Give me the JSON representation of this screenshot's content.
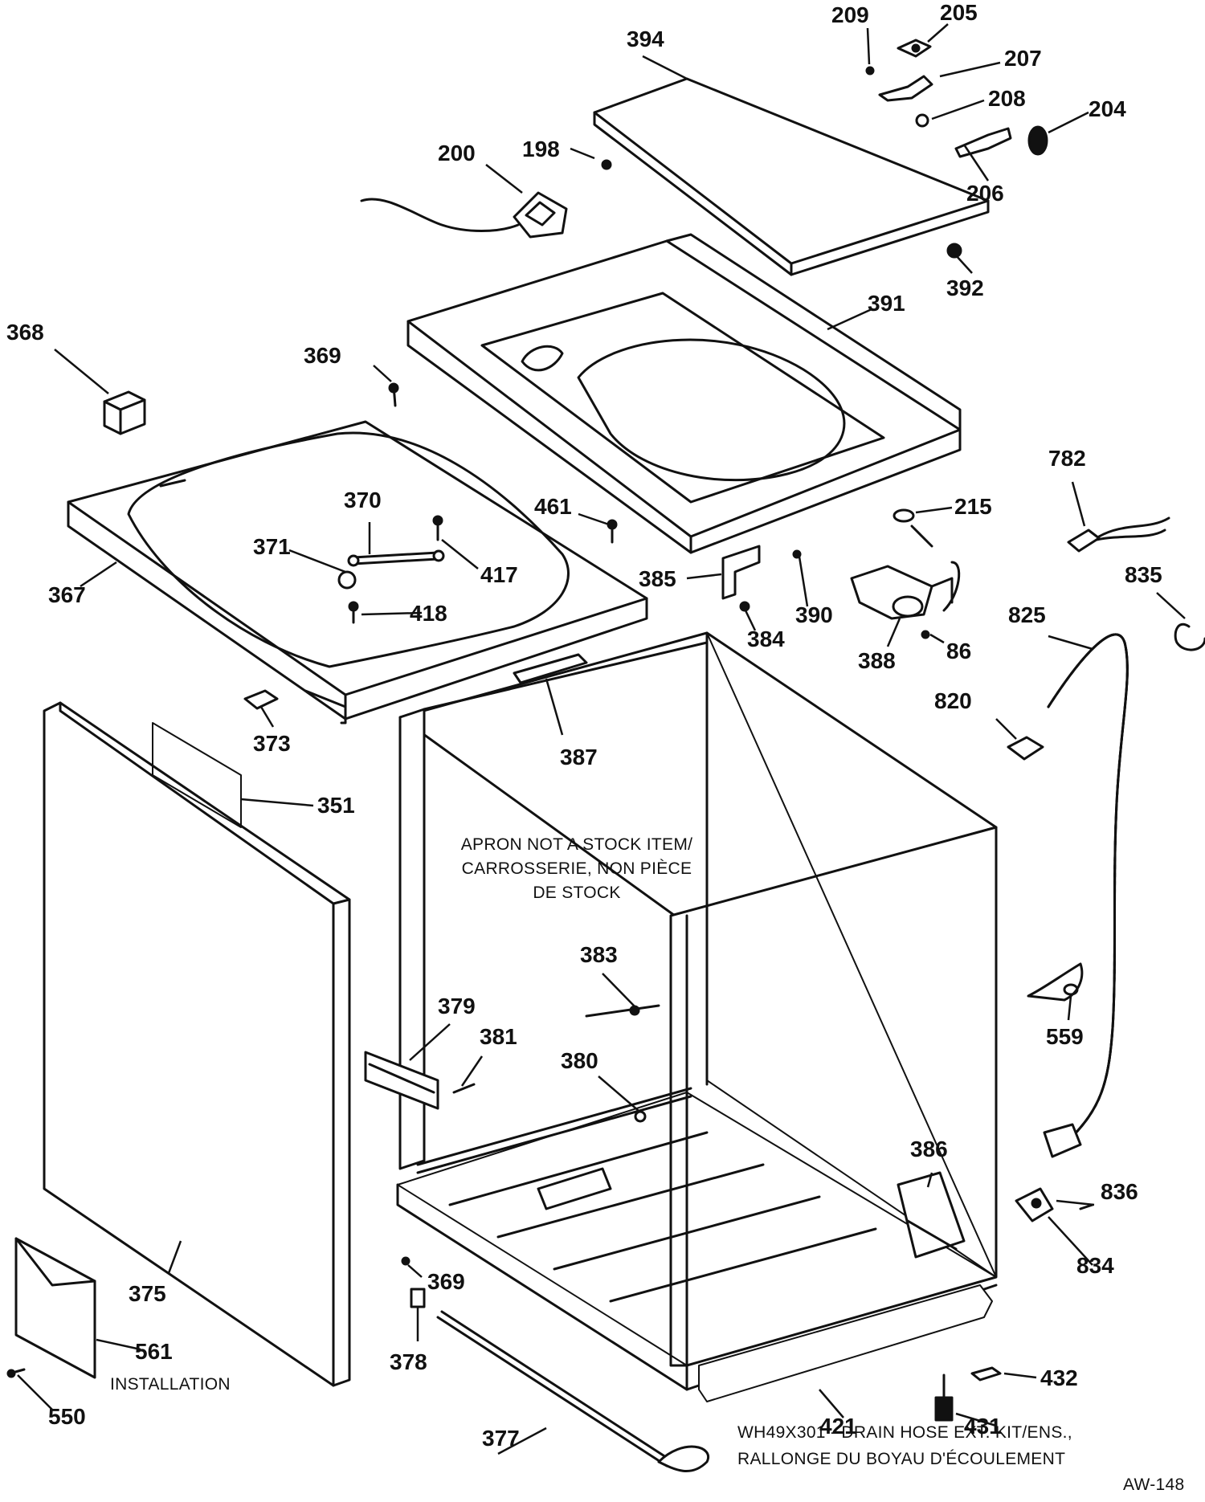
{
  "diagram": {
    "callouts": {
      "c198": "198",
      "c200": "200",
      "c204": "204",
      "c205": "205",
      "c206": "206",
      "c207": "207",
      "c208": "208",
      "c209": "209",
      "c215": "215",
      "c351": "351",
      "c367": "367",
      "c368": "368",
      "c369a": "369",
      "c369b": "369",
      "c370": "370",
      "c371": "371",
      "c373": "373",
      "c375": "375",
      "c377": "377",
      "c378": "378",
      "c379": "379",
      "c380": "380",
      "c381": "381",
      "c383": "383",
      "c384": "384",
      "c385": "385",
      "c386": "386",
      "c387": "387",
      "c388": "388",
      "c390": "390",
      "c391": "391",
      "c392": "392",
      "c394": "394",
      "c417": "417",
      "c418": "418",
      "c421": "421",
      "c431": "431",
      "c432": "432",
      "c461": "461",
      "c550": "550",
      "c559": "559",
      "c561": "561",
      "c782": "782",
      "c820": "820",
      "c825": "825",
      "c834": "834",
      "c835": "835",
      "c836": "836",
      "c86": "86"
    },
    "notes": {
      "apron_line1": "APRON NOT A STOCK ITEM/",
      "apron_line2": "CARROSSERIE, NON PIÈCE",
      "apron_line3": "DE STOCK",
      "installation": "INSTALLATION",
      "drain_line1": "WH49X301 - DRAIN HOSE EXT. KIT/ENS.,",
      "drain_line2": "RALLONGE DU BOYAU D'ÉCOULEMENT",
      "drawing_id": "AW-148"
    }
  }
}
